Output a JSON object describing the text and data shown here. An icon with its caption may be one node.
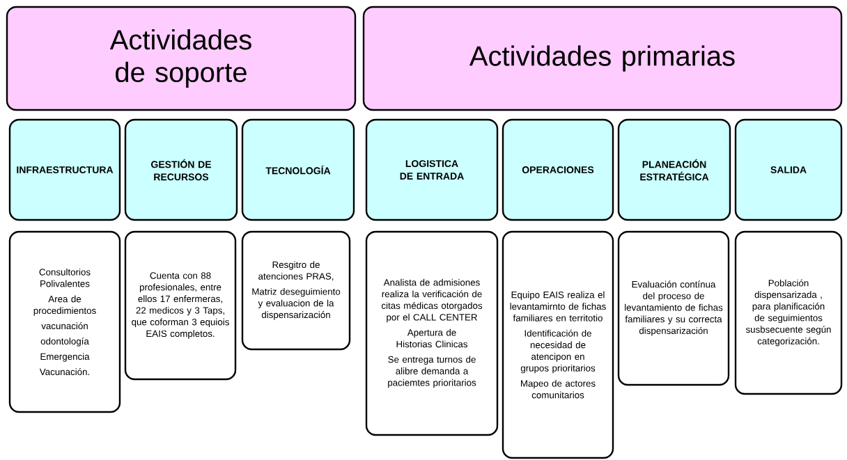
{
  "diagram": {
    "nodes": [
      {
        "text": [
          "Actividades de soporte"
        ]
      },
      {
        "text": [
          "Actividades primarias"
        ]
      },
      {
        "text": [
          "INFRAESTRUCTURA"
        ]
      },
      {
        "text": [
          "GESTIÓN DE RECURSOS"
        ]
      },
      {
        "text": [
          "TECNOLOGÍA"
        ]
      },
      {
        "text": [
          "LOGISTICA DE ENTRADA"
        ]
      },
      {
        "text": [
          "OPERACIONES"
        ]
      },
      {
        "text": [
          "PLANEACIÓN ESTRATÉGICA"
        ]
      },
      {
        "text": [
          "SALIDA"
        ]
      },
      {
        "text": [
          "Consultorios Polivalentes",
          "Area de procedimientos",
          "vacunación",
          "odontología",
          "Emergencia",
          "Vacunación."
        ]
      },
      {
        "text": [
          "Cuenta con  88 profesionales, entre ellos 17 enfermeras, 22 medicos y 3 Taps, que coforman 3 equiois EAIS completos."
        ]
      },
      {
        "text": [
          "Resgitro de atenciones PRAS,",
          "Matriz deseguimiento y evaluacion de la dispensarización"
        ]
      },
      {
        "text": [
          "Analista de admisiones realiza la verificación de citas médicas otorgados por el CALL CENTER",
          "Apertura de Historias Clinicas",
          "Se entrega turnos de alibre demanda a paciemtes prioritarios"
        ]
      },
      {
        "text": [
          "Equipo EAIS realiza el levantamirnto de fichas familiares en territotio",
          "Identificación de necesidad de atencipon en grupos prioritarios",
          "Mapeo de actores comunitarios"
        ]
      },
      {
        "text": [
          "Evaluación contínua del proceso de levantamiento de fichas familiares y su correcta dispensarización"
        ]
      },
      {
        "text": [
          "Población dispensarizada , para planificación de seguimientos susbsecuente según categorización."
        ]
      }
    ]
  }
}
